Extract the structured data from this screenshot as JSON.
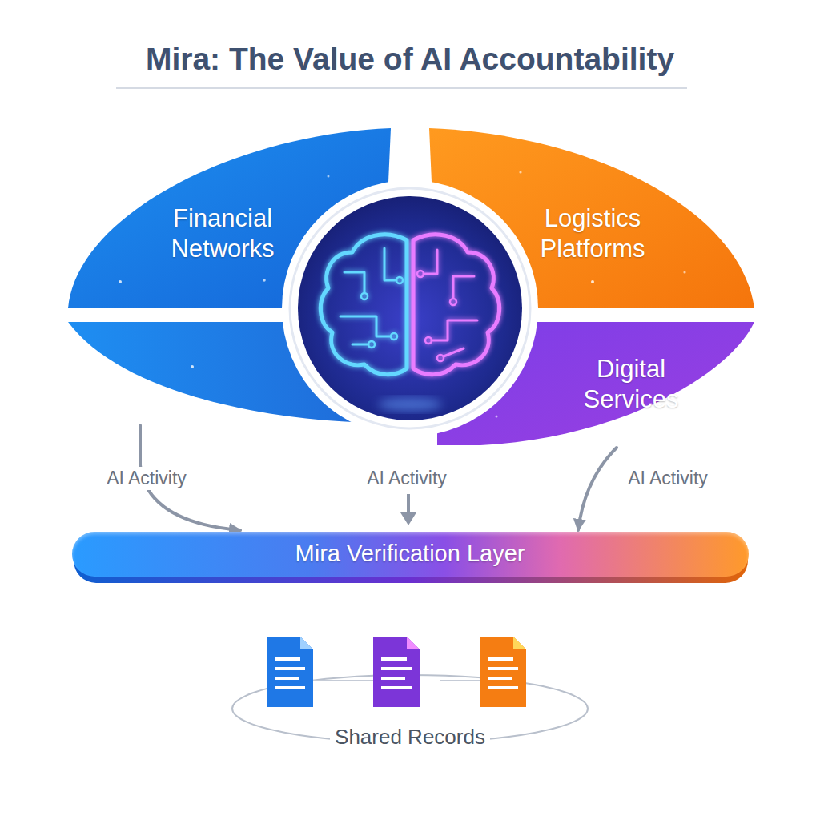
{
  "diagram": {
    "title": "Mira: The Value of AI Accountability",
    "nodes": [
      {
        "text": [
          "Financial Networks"
        ]
      },
      {
        "text": [
          "Logistics Platforms"
        ]
      },
      {
        "text": [
          "Digital Services"
        ]
      },
      {
        "text": [
          "Mira Verification Layer"
        ]
      },
      {
        "text": [
          "Shared Records"
        ]
      }
    ],
    "edges": [
      {
        "from": 0,
        "to": 3,
        "label": "AI Activity",
        "arrow": "to"
      },
      {
        "from": 2,
        "to": 3,
        "label": "AI Activity",
        "arrow": "to"
      }
    ],
    "labels": [
      "AI Activity"
    ]
  }
}
